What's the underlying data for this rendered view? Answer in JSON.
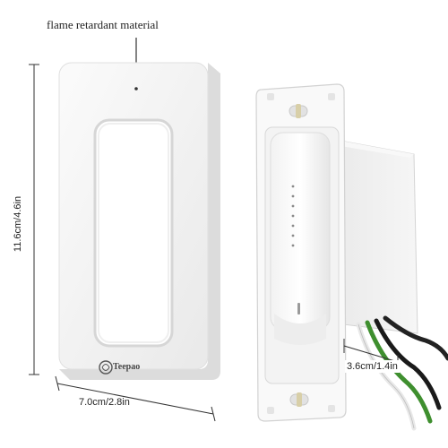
{
  "callout": {
    "text": "flame retardant material"
  },
  "dimensions": {
    "height": "11.6cm/4.6in",
    "width": "7.0cm/2.8in",
    "depth": "3.6cm/1.4in"
  },
  "brand": {
    "name": "Teepao"
  },
  "colors": {
    "plate": "#f7f7f7",
    "plate_edge": "#d9d9d9",
    "wire_green": "#3f8f2f",
    "wire_black": "#1a1a1a",
    "wire_white": "#e8e8e8"
  },
  "dimmer": {
    "level_dots": 7
  }
}
